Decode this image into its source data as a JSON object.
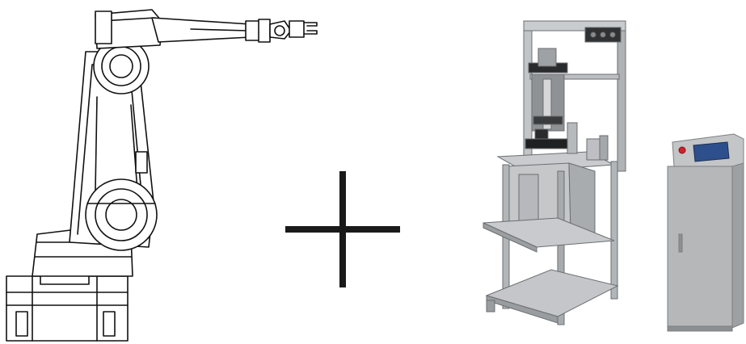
{
  "image": {
    "background_color": "#ffffff",
    "panels": [
      {
        "subject": "robot-arm-line-drawing",
        "icon": "robot-arm-icon"
      },
      {
        "subject": "plus-sign",
        "icon": "plus-icon"
      },
      {
        "subject": "test-rig-machine",
        "icon": "machine-rig-icon"
      },
      {
        "subject": "control-cabinet",
        "icon": "control-cabinet-icon"
      }
    ],
    "colors": {
      "line_art": "#111111",
      "plus_sign": "#1a1a1a",
      "frame_gray": "#b9bcbf",
      "tank_gray": "#c7c9cb",
      "cabinet_gray": "#b5b7b9",
      "screen_blue": "#2d4f8c",
      "estop_red": "#d0202a"
    }
  }
}
